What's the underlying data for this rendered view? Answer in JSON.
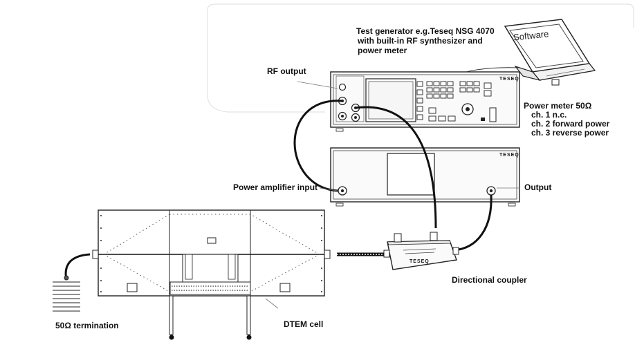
{
  "labels": {
    "generator_line1": "Test generator e.g.Teseq NSG 4070",
    "generator_line2": "with built-in RF synthesizer and",
    "generator_line3": "power meter",
    "software": "Software",
    "rf_output": "RF output",
    "power_meter_title": "Power meter 50Ω",
    "power_meter_ch1": "ch. 1 n.c.",
    "power_meter_ch2": "ch. 2 forward power",
    "power_meter_ch3": "ch. 3 reverse power",
    "amp_input": "Power amplifier input",
    "amp_output": "Output",
    "coupler": "Directional coupler",
    "termination": "50Ω termination",
    "dtem": "DTEM cell"
  },
  "device_text": {
    "generator_brand": "TESEQ",
    "amplifier_brand": "TESEQ",
    "coupler_brand": "TESEQ"
  }
}
